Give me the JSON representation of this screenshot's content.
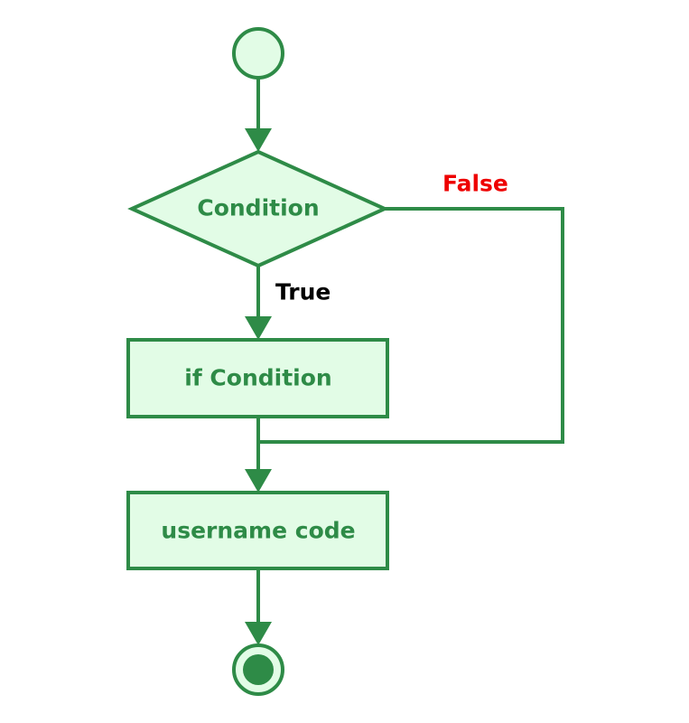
{
  "colors": {
    "stroke": "#2e8b47",
    "fill": "#e2fce6",
    "node_text": "#2e8b47",
    "true_label": "#000000",
    "false_label": "#ee0000",
    "background": "#ffffff"
  },
  "nodes": {
    "decision_label": "Condition",
    "if_block_label": "if Condition",
    "next_block_label": "username code"
  },
  "edges": {
    "true_label": "True",
    "false_label": "False"
  }
}
